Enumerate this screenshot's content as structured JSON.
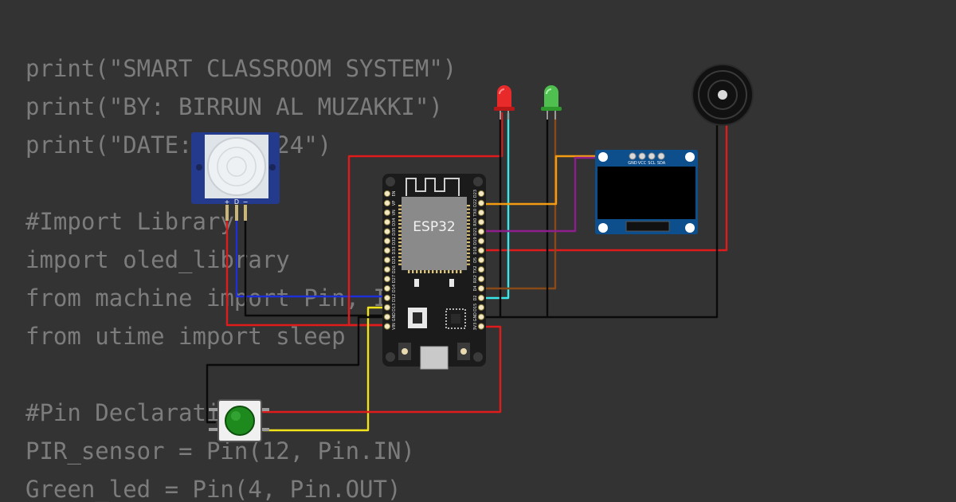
{
  "code_lines": [
    "print(\"SMART CLASSROOM SYSTEM\")",
    "print(\"BY: BIRRUN AL MUZAKKI\")",
    "print(\"DATE: 06/2024\")",
    "",
    "#Import Library",
    "import oled_library",
    "from machine import Pin, I2C, PWM",
    "from utime import sleep",
    "",
    "#Pin Declaration",
    "PIR_sensor = Pin(12, Pin.IN)",
    "Green_led = Pin(4, Pin.OUT)"
  ],
  "esp32": {
    "chip_label": "ESP32",
    "left_pins": [
      "EN",
      "VP",
      "VN",
      "D34",
      "D35",
      "D32",
      "D33",
      "D25",
      "D26",
      "D27",
      "D14",
      "D12",
      "D13",
      "GND",
      "VIN"
    ],
    "right_pins": [
      "D23",
      "D22",
      "TX0",
      "RX0",
      "D21",
      "D19",
      "D18",
      "D5",
      "TX2",
      "RX2",
      "D4",
      "D2",
      "D15",
      "GND",
      "3V3"
    ]
  },
  "pir_sensor": {
    "pin_labels": [
      "+",
      "D",
      "−"
    ]
  },
  "oled": {
    "pin_labels": [
      "GND",
      "VCC",
      "SCL",
      "SDA"
    ]
  },
  "colors": {
    "background": "#333333",
    "code_text": "#7c7c7c",
    "wire_red": "#e01b1b",
    "wire_black": "#0a0a0a",
    "wire_blue": "#1f2fd8",
    "wire_yellow": "#f2e41a",
    "wire_cyan": "#38e8ea",
    "wire_orange": "#f39c12",
    "wire_purple": "#8e1e8e",
    "wire_brown": "#8a4a17",
    "led_red": "#e82a2a",
    "led_green": "#4fbf4f",
    "button_cap": "#1e8a1e",
    "oled_board": "#0d4f8c",
    "pir_board": "#243a8c"
  }
}
